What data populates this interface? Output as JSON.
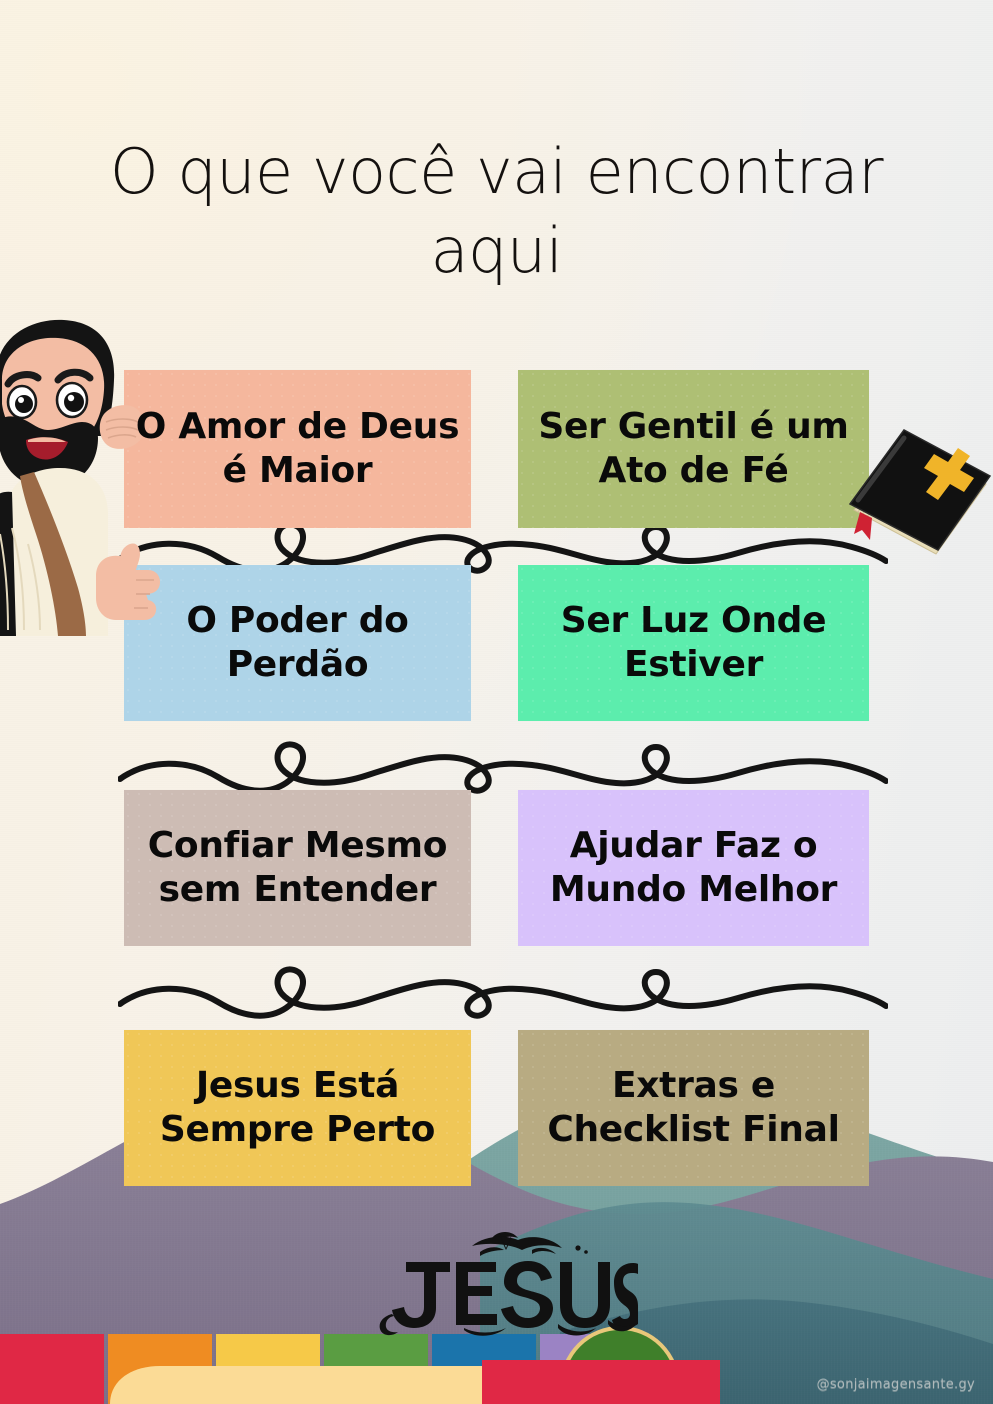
{
  "poster": {
    "title": "O que você vai encontrar aqui",
    "watermark": "@sonjaimagensante.gy",
    "logo_text": "JESUS",
    "colors": {
      "background_left": "#f9f2e4",
      "background_right": "#eceeef",
      "text": "#0a0a0a",
      "squiggle": "#141414"
    }
  },
  "cards": [
    {
      "label": "O Amor de Deus é Maior",
      "color": "#f5b79d",
      "column": "left",
      "row": 1
    },
    {
      "label": "Ser Gentil é um Ato de Fé",
      "color": "#aebf74",
      "column": "right",
      "row": 1
    },
    {
      "label": "O Poder do Perdão",
      "color": "#aed4e8",
      "column": "left",
      "row": 2
    },
    {
      "label": "Ser Luz Onde Estiver",
      "color": "#5cedad",
      "column": "right",
      "row": 2
    },
    {
      "label": "Confiar Mesmo sem Entender",
      "color": "#cdbcb4",
      "column": "left",
      "row": 3
    },
    {
      "label": "Ajudar Faz o Mundo Melhor",
      "color": "#d8c2fb",
      "column": "right",
      "row": 3
    },
    {
      "label": "Jesus Está Sempre Perto",
      "color": "#f0c757",
      "column": "left",
      "row": 4
    },
    {
      "label": "Extras e Checklist Final",
      "color": "#b8ab82",
      "column": "right",
      "row": 4
    }
  ],
  "illustrations": {
    "jesus": "jesus-cartoon-illustration",
    "bible": "bible-with-cross-illustration",
    "logo": "jesus-ornate-wordmark",
    "mountains": "mountain-silhouettes"
  },
  "bottom_blocks": [
    {
      "color": "#e02845"
    },
    {
      "color": "#ef8c22"
    },
    {
      "color": "#f6c948"
    },
    {
      "color": "#5a9d42"
    },
    {
      "color": "#1b74ab"
    },
    {
      "color": "#9b83c4"
    }
  ]
}
